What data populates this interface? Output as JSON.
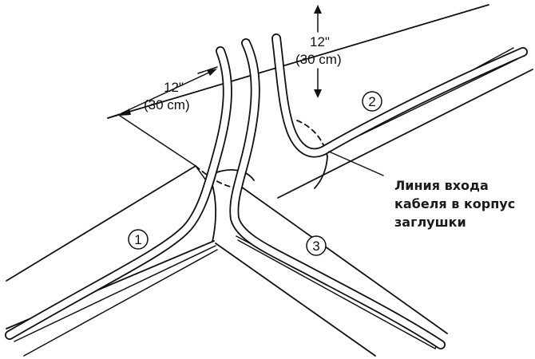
{
  "dimensions": {
    "left_value": "12\"",
    "left_metric": "(30 cm)",
    "top_value": "12\"",
    "top_metric": "(30 cm)"
  },
  "callout": {
    "line1": "Линия входа",
    "line2": "кабеля в корпус",
    "line3": "заглушки"
  },
  "markers": {
    "one": "1",
    "two": "2",
    "three": "3"
  }
}
